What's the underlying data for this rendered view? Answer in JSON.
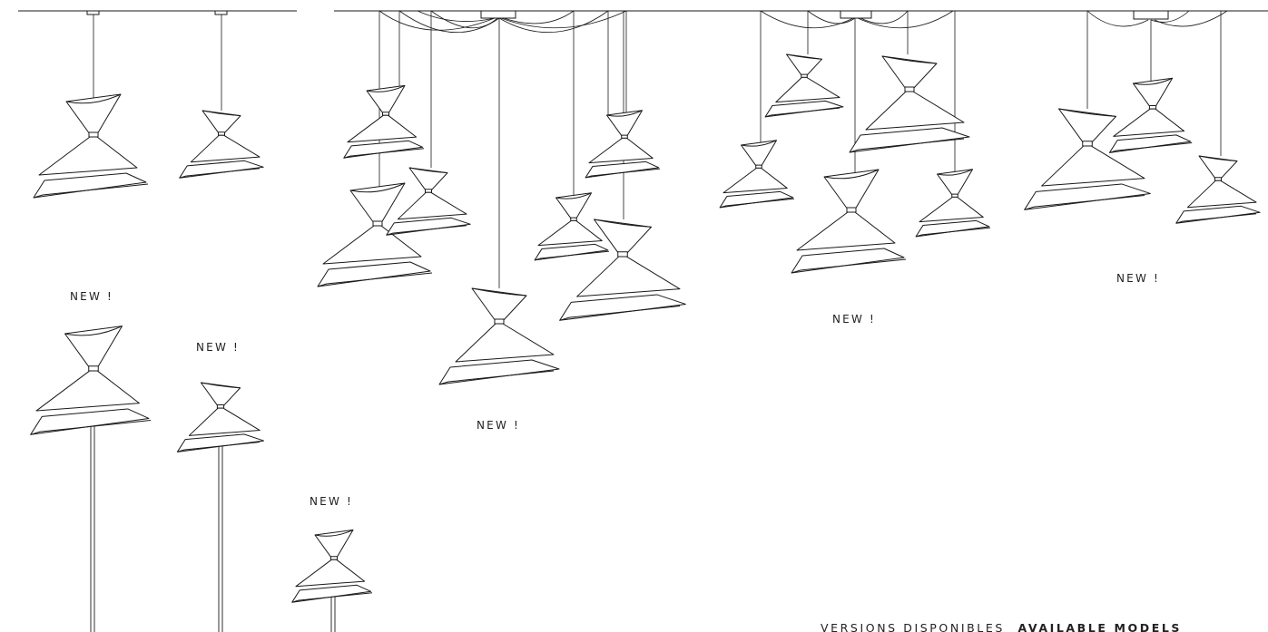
{
  "labels": {
    "new_1": "NEW !",
    "new_2": "NEW !",
    "new_3": "NEW !",
    "new_4": "NEW !",
    "new_5": "NEW !",
    "new_6": "NEW !"
  },
  "footer": {
    "versions_fr": "VERSIONS DISPONIBLES",
    "versions_en": "AVAILABLE MODELS"
  },
  "colors": {
    "line": "#1a1a1a",
    "shade_fill": "#ffffff",
    "text": "#222222"
  }
}
